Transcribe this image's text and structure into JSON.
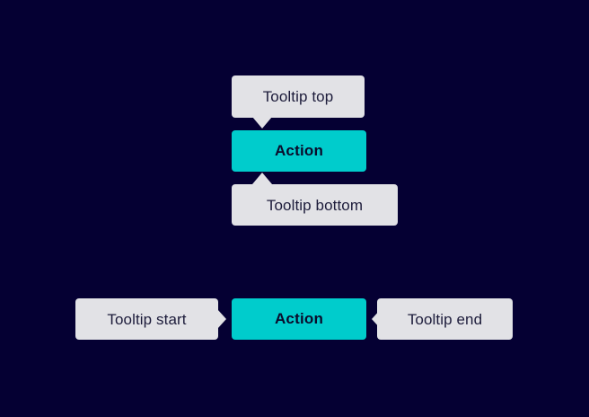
{
  "page": {
    "background_color": "#050033",
    "tooltip_background_color": "#E2E2E6",
    "tooltip_text_color": "#1C1B3A",
    "action_background_color": "#00CCCC",
    "action_text_color": "#0B0B2B"
  },
  "groups": [
    {
      "name": "vertical-placements",
      "tooltips": [
        {
          "id": "top",
          "label": "Tooltip top",
          "placement": "top",
          "arrow": "arrow-down-icon"
        },
        {
          "id": "bottom",
          "label": "Tooltip bottom",
          "placement": "bottom",
          "arrow": "arrow-up-icon"
        }
      ],
      "action": {
        "label": "Action"
      }
    },
    {
      "name": "horizontal-placements",
      "tooltips": [
        {
          "id": "start",
          "label": "Tooltip start",
          "placement": "start",
          "arrow": "arrow-right-icon"
        },
        {
          "id": "end",
          "label": "Tooltip end",
          "placement": "end",
          "arrow": "arrow-left-icon"
        }
      ],
      "action": {
        "label": "Action"
      }
    }
  ]
}
